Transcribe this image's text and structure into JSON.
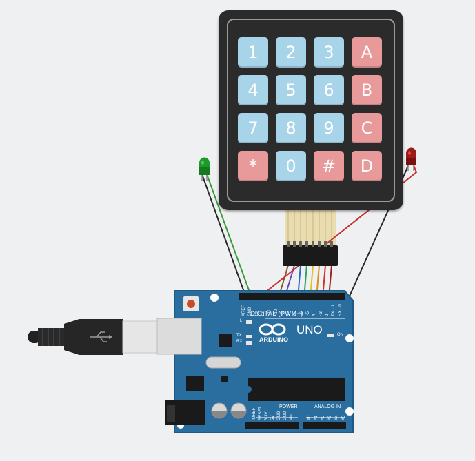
{
  "keypad": {
    "rows": [
      [
        {
          "label": "1",
          "kind": "num"
        },
        {
          "label": "2",
          "kind": "num"
        },
        {
          "label": "3",
          "kind": "num"
        },
        {
          "label": "A",
          "kind": "fn"
        }
      ],
      [
        {
          "label": "4",
          "kind": "num"
        },
        {
          "label": "5",
          "kind": "num"
        },
        {
          "label": "6",
          "kind": "num"
        },
        {
          "label": "B",
          "kind": "fn"
        }
      ],
      [
        {
          "label": "7",
          "kind": "num"
        },
        {
          "label": "8",
          "kind": "num"
        },
        {
          "label": "9",
          "kind": "num"
        },
        {
          "label": "C",
          "kind": "fn"
        }
      ],
      [
        {
          "label": "*",
          "kind": "fn"
        },
        {
          "label": "0",
          "kind": "num"
        },
        {
          "label": "#",
          "kind": "fn"
        },
        {
          "label": "D",
          "kind": "fn"
        }
      ]
    ]
  },
  "arduino": {
    "brand": "ARDUINO",
    "model": "UNO",
    "digital_label": "DIGITAL (PWM~)",
    "power_label": "POWER",
    "analog_label": "ANALOG IN",
    "on_label": "ON",
    "l_label": "L",
    "tx_label": "TX",
    "rx_label": "RX",
    "digital_pins": [
      "AREF",
      "GND",
      "13",
      "12",
      "~11",
      "~10",
      "~9",
      "8",
      "7",
      "~6",
      "~5",
      "4",
      "~3",
      "2",
      "TX→1",
      "RX←0"
    ],
    "power_pins": [
      "IOREF",
      "RESET",
      "3.3V",
      "5V",
      "GND",
      "GND",
      "Vin"
    ],
    "analog_pins": [
      "A0",
      "A1",
      "A2",
      "A3",
      "A4",
      "A5"
    ]
  },
  "colors": {
    "board": "#2a6ea0",
    "board_edge": "#1f5a86",
    "keypad_body": "#2b2b2b",
    "key_number": "#a8d4ea",
    "key_function": "#e8999a",
    "led_green": "#1e9a2a",
    "led_red": "#9e1a1a",
    "wire_black": "#2a2a2a",
    "wire_green": "#3a9a3a",
    "wire_red": "#c83030"
  }
}
